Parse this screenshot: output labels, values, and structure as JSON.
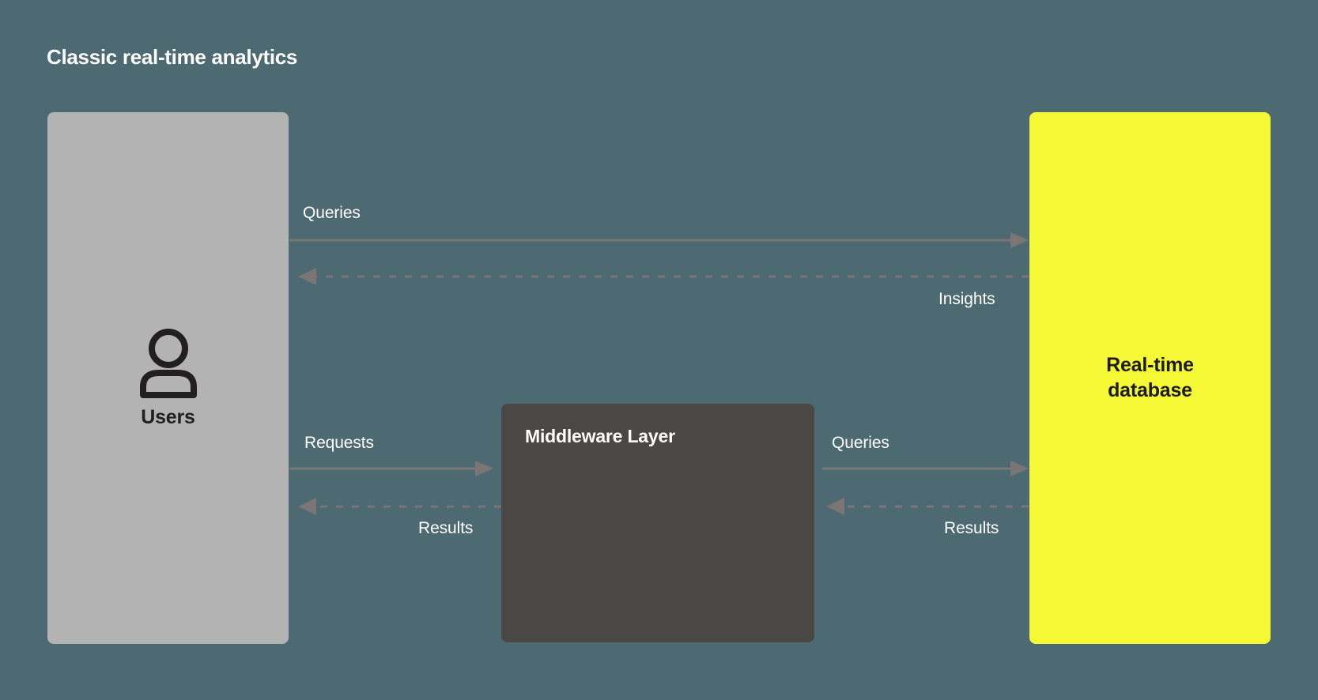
{
  "diagram": {
    "title": "Classic real-time analytics",
    "background_color": "#4d6a72",
    "nodes": [
      {
        "id": "users",
        "label": "Users",
        "icon": "user-icon",
        "color": "#b3b3b3",
        "text_color": "#211f1f"
      },
      {
        "id": "middleware",
        "label": "Middleware Layer",
        "color": "#4a4846",
        "text_color": "#ffffff"
      },
      {
        "id": "database",
        "label_line1": "Real-time",
        "label_line2": "database",
        "color": "#f5f835",
        "text_color": "#1d1c1b"
      }
    ],
    "edges": [
      {
        "id": "users-to-database-queries",
        "label": "Queries",
        "from": "users",
        "to": "database",
        "style": "solid",
        "direction": "right",
        "color": "#7b7575"
      },
      {
        "id": "database-to-users-insights",
        "label": "Insights",
        "from": "database",
        "to": "users",
        "style": "dashed",
        "direction": "left",
        "color": "#7b7575"
      },
      {
        "id": "users-to-middleware-requests",
        "label": "Requests",
        "from": "users",
        "to": "middleware",
        "style": "solid",
        "direction": "right",
        "color": "#7b7575"
      },
      {
        "id": "middleware-to-database-queries",
        "label": "Queries",
        "from": "middleware",
        "to": "database",
        "style": "solid",
        "direction": "right",
        "color": "#7b7575"
      },
      {
        "id": "middleware-to-users-results",
        "label": "Results",
        "from": "middleware",
        "to": "users",
        "style": "dashed",
        "direction": "left",
        "color": "#7b7575"
      },
      {
        "id": "database-to-middleware-results",
        "label": "Results",
        "from": "database",
        "to": "middleware",
        "style": "dashed",
        "direction": "left",
        "color": "#7b7575"
      }
    ]
  }
}
